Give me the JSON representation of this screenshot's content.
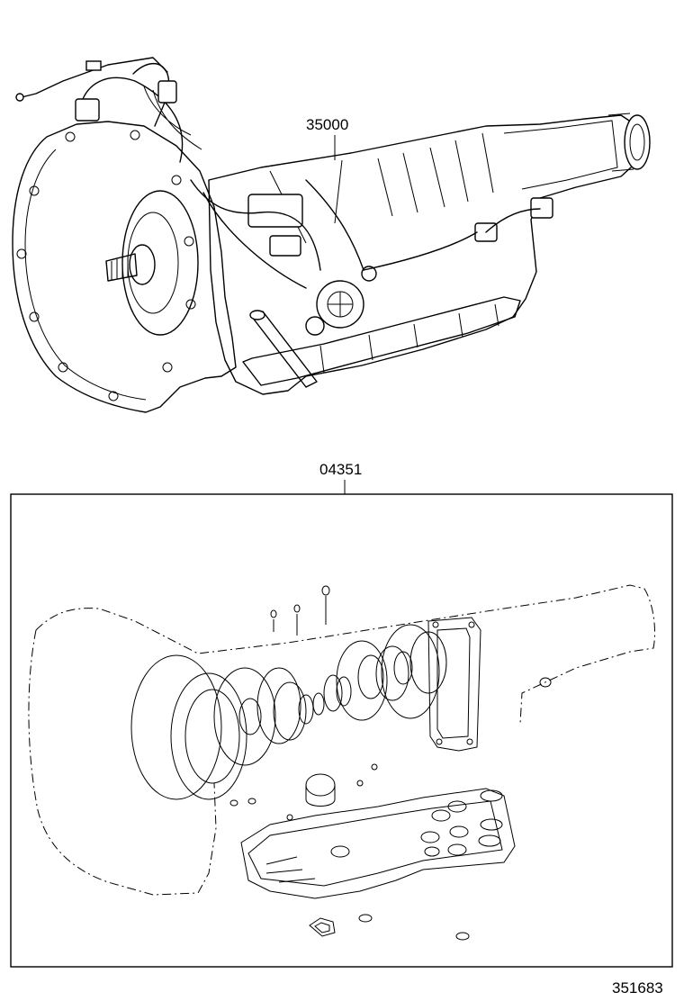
{
  "callouts": {
    "transmission_assembly": "35000",
    "overhaul_gasket_kit": "04351",
    "illustration_number": "351683"
  },
  "colors": {
    "line": "#000000",
    "background": "#ffffff"
  }
}
